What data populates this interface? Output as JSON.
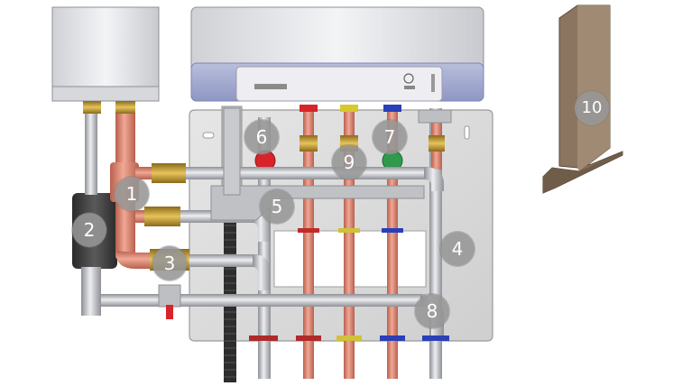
{
  "diagram": {
    "callouts": [
      {
        "id": "1",
        "label": "1"
      },
      {
        "id": "2",
        "label": "2"
      },
      {
        "id": "3",
        "label": "3"
      },
      {
        "id": "4",
        "label": "4"
      },
      {
        "id": "5",
        "label": "5"
      },
      {
        "id": "6",
        "label": "6"
      },
      {
        "id": "7",
        "label": "7"
      },
      {
        "id": "8",
        "label": "8"
      },
      {
        "id": "9",
        "label": "9"
      },
      {
        "id": "10",
        "label": "10"
      }
    ],
    "colors": {
      "copper": "#d9826f",
      "steel": "#c9cbcf",
      "plate": "#dcdcdc",
      "brass": "#c8a23a",
      "red_valve": "#d8232a",
      "green_valve": "#2f9a4b",
      "blue_ring": "#2a3fb8",
      "yellow_ring": "#d9c82a",
      "dark_tank": "#3e3e3e",
      "bracket": "#8b7560"
    }
  }
}
